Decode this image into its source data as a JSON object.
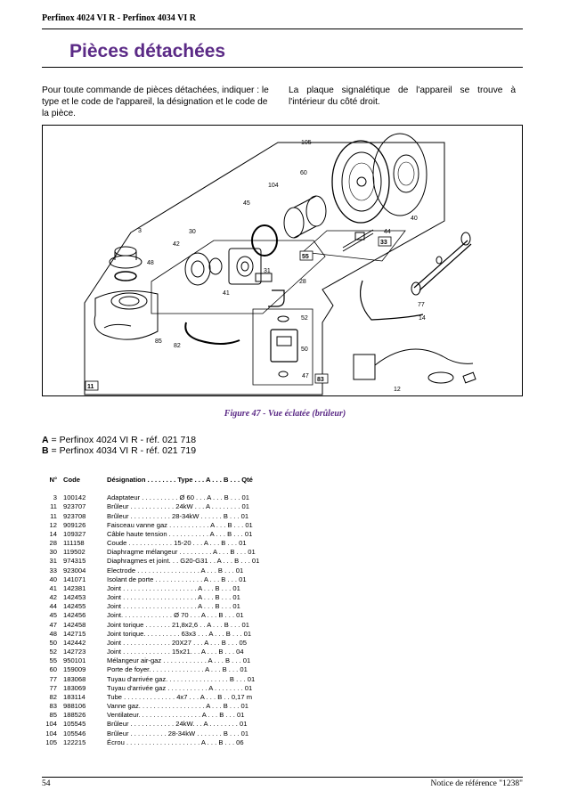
{
  "header": {
    "title": "Perfinox 4024 VI R - Perfinox 4034 VI R"
  },
  "page_title": "Pièces détachées",
  "intro": {
    "left": "Pour toute commande de pièces détachées, indiquer : le type et le code de l'appareil, la désignation et le code de la pièce.",
    "right": "La plaque signalétique de l'appareil se trouve à l'intérieur du côté droit."
  },
  "figure": {
    "labels": [
      "105",
      "60",
      "104",
      "45",
      "30",
      "3",
      "42",
      "48",
      "55",
      "31",
      "28",
      "41",
      "44",
      "33",
      "40",
      "77",
      "52",
      "14",
      "85",
      "82",
      "50",
      "47",
      "83",
      "11",
      "12"
    ],
    "caption": "Figure 47 - Vue éclatée (brûleur)"
  },
  "models": [
    {
      "letter": "A",
      "text": "= Perfinox 4024 VI R - réf. 021 718"
    },
    {
      "letter": "B",
      "text": "= Perfinox 4034 VI R - réf. 021 719"
    }
  ],
  "table": {
    "headers": {
      "num": "N°",
      "code": "Code",
      "desc": "Désignation . . . . . . . . Type . . . A . . . B . . . Qté"
    },
    "rows": [
      {
        "num": "3",
        "code": "100142",
        "desc": "Adaptateur . . . . . . . . . . Ø 60 . . . A . . . B . . . 01"
      },
      {
        "num": "11",
        "code": "923707",
        "desc": "Brûleur . . . . . . . . . . . . 24kW . . . A . . . . . . . . 01"
      },
      {
        "num": "11",
        "code": "923708",
        "desc": "Brûleur . . . . . . . . . . . 28-34kW . . . . . . B . . . 01"
      },
      {
        "num": "12",
        "code": "909126",
        "desc": "Faisceau vanne gaz . . . . . . . . . . . A . . . B . . . 01"
      },
      {
        "num": "14",
        "code": "109327",
        "desc": "Câble haute tension . . . . . . . . . . . A . . . B . . . 01"
      },
      {
        "num": "28",
        "code": "111158",
        "desc": "Coude . . . . . . . . . . . . 15-20 . . . A . . . B . . . 01"
      },
      {
        "num": "30",
        "code": "119502",
        "desc": "Diaphragme mélangeur . . . . . . . . . A . . . B . . . 01"
      },
      {
        "num": "31",
        "code": "974315",
        "desc": "Diaphragmes et joint. . . G20-G31 . . A . . . B . . . 01"
      },
      {
        "num": "33",
        "code": "923004",
        "desc": "Electrode . . . . . . . . . . . . . . . . . A . . . B . . . 01"
      },
      {
        "num": "40",
        "code": "141071",
        "desc": "Isolant de porte . . . . . . . . . . . . . A . . . B . . . 01"
      },
      {
        "num": "41",
        "code": "142381",
        "desc": "Joint . . . . . . . . . . . . . . . . . . . . A . . . B . . . 01"
      },
      {
        "num": "42",
        "code": "142453",
        "desc": "Joint . . . . . . . . . . . . . . . . . . . . A . . . B . . . 01"
      },
      {
        "num": "44",
        "code": "142455",
        "desc": "Joint . . . . . . . . . . . . . . . . . . . . A . . . B . . . 01"
      },
      {
        "num": "45",
        "code": "142456",
        "desc": "Joint. . . . . . . . . . . . . . Ø 70 . . . A . . . B . . . 01"
      },
      {
        "num": "47",
        "code": "142458",
        "desc": "Joint torique . . . . . . . 21,8x2,6 . . A . . . B . . . 01"
      },
      {
        "num": "48",
        "code": "142715",
        "desc": "Joint torique. . . . . . . . . . 63x3 . . . A . . . B . . . 01"
      },
      {
        "num": "50",
        "code": "142442",
        "desc": "Joint . . . . . . . . . . . . . 20X27 . . . A . . . B . . . 05"
      },
      {
        "num": "52",
        "code": "142723",
        "desc": "Joint . . . . . . . . . . . . . 15x21. . . A . . . B . . . 04"
      },
      {
        "num": "55",
        "code": "950101",
        "desc": "Mélangeur air-gaz . . . . . . . . . . . . A . . . B . . . 01"
      },
      {
        "num": "60",
        "code": "159009",
        "desc": "Porte de foyer. . . . . . . . . . . . . . . A . . . B . . . 01"
      },
      {
        "num": "77",
        "code": "183068",
        "desc": "Tuyau d'arrivée gaz. . . . . . . . . . . . . . . . . B . . . 01"
      },
      {
        "num": "77",
        "code": "183069",
        "desc": "Tuyau d'arrivée gaz . . . . . . . . . . . A . . . . . . . . 01"
      },
      {
        "num": "82",
        "code": "183114",
        "desc": "Tube . . . . . . . . . . . . . . 4x7 . . . A . . . B . . 0,17 m"
      },
      {
        "num": "83",
        "code": "988106",
        "desc": "Vanne gaz. . . . . . . . . . . . . . . . . . A . . . B . . . 01"
      },
      {
        "num": "85",
        "code": "188526",
        "desc": "Ventilateur. . . . . . . . . . . . . . . . . A . . . B . . . 01"
      },
      {
        "num": "104",
        "code": "105545",
        "desc": "Brûleur . . . . . . . . . . . . 24kW. . . A . . . . . . . . 01"
      },
      {
        "num": "104",
        "code": "105546",
        "desc": "Brûleur . . . . . . . . . . 28-34kW . . . . . . . B . . . 01"
      },
      {
        "num": "105",
        "code": "122215",
        "desc": "Écrou . . . . . . . . . . . . . . . . . . . . A . . . B . . . 06"
      }
    ]
  },
  "footer": {
    "page": "54",
    "reference": "Notice de référence \"1238\""
  }
}
